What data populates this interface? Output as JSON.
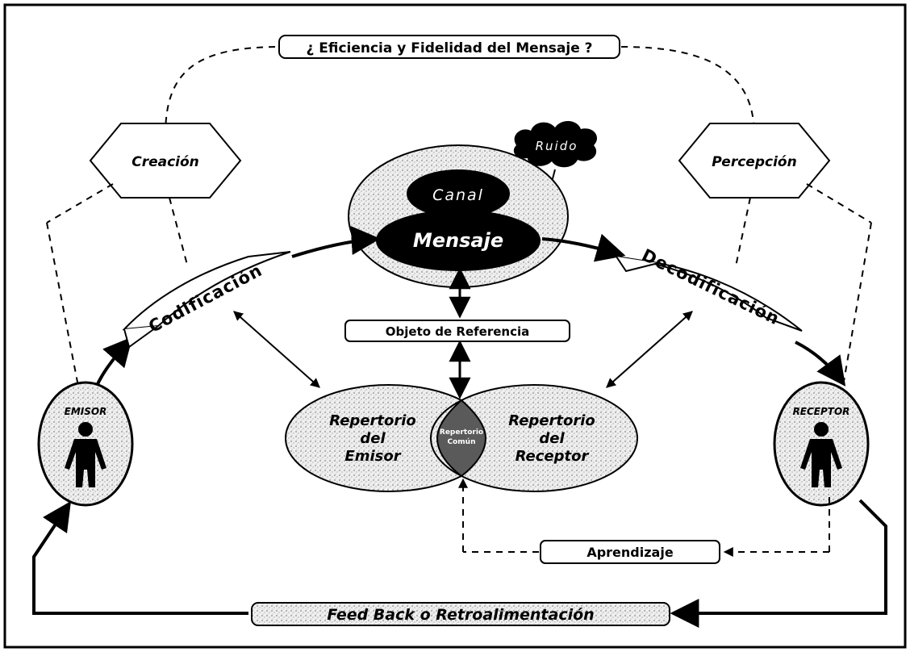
{
  "title": "¿ Eficiencia y Fidelidad del Mensaje ?",
  "creacion": "Creación",
  "percepcion": "Percepción",
  "ruido": "Ruido",
  "canal": "Canal",
  "mensaje": "Mensaje",
  "codificacion": "Codificación",
  "decodificacion": "Decodificación",
  "objeto": "Objeto de Referencia",
  "emisor": "EMISOR",
  "receptor": "RECEPTOR",
  "repertorio_emisor": [
    "Repertorio",
    "del",
    "Emisor"
  ],
  "repertorio_receptor": [
    "Repertorio",
    "del",
    "Receptor"
  ],
  "repertorio_comun": [
    "Repertorio",
    "Común"
  ],
  "aprendizaje": "Aprendizaje",
  "feedback": "Feed Back o Retroalimentación",
  "colors": {
    "ink": "#000000",
    "paper": "#ffffff",
    "stipple": "#d9d9d9"
  }
}
